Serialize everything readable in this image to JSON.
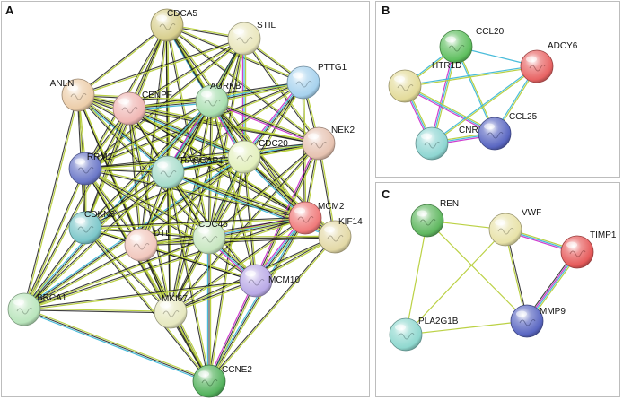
{
  "panels": [
    {
      "id": "A",
      "letter": "A",
      "nodes": [
        {
          "id": "CDCA5",
          "label": "CDCA5",
          "color": "#d8cf8e"
        },
        {
          "id": "STIL",
          "label": "STIL",
          "color": "#e9e6bc"
        },
        {
          "id": "PTTG1",
          "label": "PTTG1",
          "color": "#a7d2ee"
        },
        {
          "id": "ANLN",
          "label": "ANLN",
          "color": "#eccda9"
        },
        {
          "id": "CENPF",
          "label": "CENPF",
          "color": "#f0b7b4"
        },
        {
          "id": "AURKB",
          "label": "AURKB",
          "color": "#a9dfb0"
        },
        {
          "id": "NEK2",
          "label": "NEK2",
          "color": "#e6c2b0"
        },
        {
          "id": "CDC20",
          "label": "CDC20",
          "color": "#e3f0bd"
        },
        {
          "id": "RRM2",
          "label": "RRM2",
          "color": "#6b78c8"
        },
        {
          "id": "RACGAP1",
          "label": "RACGAP1",
          "color": "#a6dcca"
        },
        {
          "id": "MCM2",
          "label": "MCM2",
          "color": "#f07a7a"
        },
        {
          "id": "CDKN3",
          "label": "CDKN3",
          "color": "#7bc6c9"
        },
        {
          "id": "DTL",
          "label": "DTL",
          "color": "#f1c7bd"
        },
        {
          "id": "CDC45",
          "label": "CDC45",
          "color": "#c7e6c0"
        },
        {
          "id": "KIF14",
          "label": "KIF14",
          "color": "#e3d9a6"
        },
        {
          "id": "MCM10",
          "label": "MCM10",
          "color": "#b9a9e6"
        },
        {
          "id": "BRCA1",
          "label": "BRCA1",
          "color": "#b9e5bc"
        },
        {
          "id": "MKI67",
          "label": "MKI67",
          "color": "#e6e8bf"
        },
        {
          "id": "CCNE2",
          "label": "CCNE2",
          "color": "#55b35e"
        }
      ]
    },
    {
      "id": "B",
      "letter": "B",
      "nodes": [
        {
          "id": "CCL20",
          "label": "CCL20",
          "color": "#5fbf5f"
        },
        {
          "id": "ADCY6",
          "label": "ADCY6",
          "color": "#e86464"
        },
        {
          "id": "HTR1D",
          "label": "HTR1D",
          "color": "#e3db9a"
        },
        {
          "id": "CNR1",
          "label": "CNR1",
          "color": "#8ed6d2"
        },
        {
          "id": "CCL25",
          "label": "CCL25",
          "color": "#5a67c2"
        }
      ]
    },
    {
      "id": "C",
      "letter": "C",
      "nodes": [
        {
          "id": "REN",
          "label": "REN",
          "color": "#5fb75f"
        },
        {
          "id": "VWF",
          "label": "VWF",
          "color": "#e8e2a8"
        },
        {
          "id": "TIMP1",
          "label": "TIMP1",
          "color": "#e65a5a"
        },
        {
          "id": "MMP9",
          "label": "MMP9",
          "color": "#5a67c2"
        },
        {
          "id": "PLA2G1B",
          "label": "PLA2G1B",
          "color": "#8fd8cf"
        }
      ]
    }
  ],
  "edge_colors": {
    "coexpression": "#1a1a1a",
    "textmining": "#b7cf3a",
    "database": "#3fb8d8",
    "experiment": "#cc33cc",
    "neighborhood": "#2e7d2e"
  }
}
